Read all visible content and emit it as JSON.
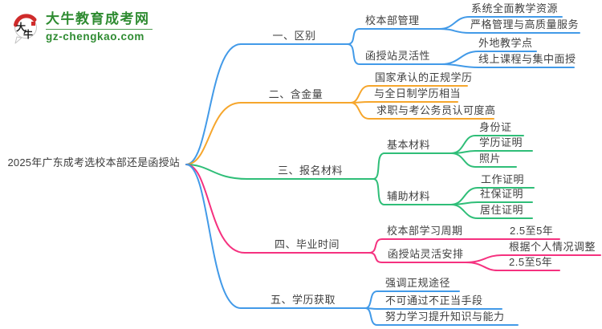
{
  "logo": {
    "title": "大牛教育成考网",
    "url": "gz-chengkao.com",
    "icon_text_1": "大",
    "icon_text_2": "牛",
    "brand_color": "#2e8b31",
    "icon_red": "#cf2b2b"
  },
  "root": {
    "label": "2025年广东成考选校本部还是函授站"
  },
  "branches": [
    {
      "label": "一、区别",
      "color": "#429ae8",
      "children": [
        {
          "label": "校本部管理",
          "children": [
            {
              "label": "系统全面教学资源"
            },
            {
              "label": "严格管理与高质量服务"
            }
          ]
        },
        {
          "label": "函授站灵活性",
          "children": [
            {
              "label": "外地教学点"
            },
            {
              "label": "线上课程与集中面授"
            }
          ]
        }
      ]
    },
    {
      "label": "二、含金量",
      "color": "#f6a62c",
      "children": [
        {
          "label": "国家承认的正规学历"
        },
        {
          "label": "与全日制学历相当"
        },
        {
          "label": "求职与考公务员认可度高"
        }
      ]
    },
    {
      "label": "三、报名材料",
      "color": "#2fbe78",
      "children": [
        {
          "label": "基本材料",
          "children": [
            {
              "label": "身份证"
            },
            {
              "label": "学历证明"
            },
            {
              "label": "照片"
            }
          ]
        },
        {
          "label": "辅助材料",
          "children": [
            {
              "label": "工作证明"
            },
            {
              "label": "社保证明"
            },
            {
              "label": "居住证明"
            }
          ]
        }
      ]
    },
    {
      "label": "四、毕业时间",
      "color": "#f5317f",
      "children": [
        {
          "label": "校本部学习周期",
          "children": [
            {
              "label": "2.5至5年"
            }
          ]
        },
        {
          "label": "函授站灵活安排",
          "children": [
            {
              "label": "根据个人情况调整"
            },
            {
              "label": "2.5至5年"
            }
          ]
        }
      ]
    },
    {
      "label": "五、学历获取",
      "color": "#429ae8",
      "children": [
        {
          "label": "强调正规途径"
        },
        {
          "label": "不可通过不正当手段"
        },
        {
          "label": "努力学习提升知识与能力"
        }
      ]
    }
  ]
}
